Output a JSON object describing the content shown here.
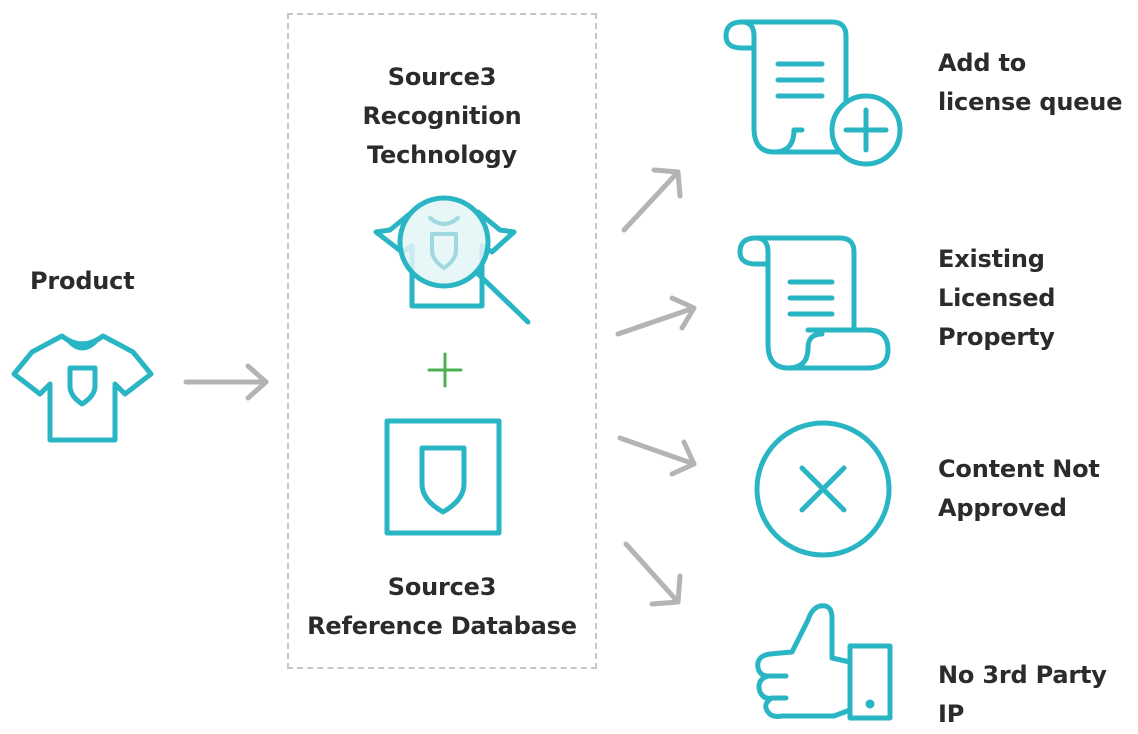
{
  "product": {
    "label": "Product"
  },
  "engine": {
    "recognition_title": "Source3\nRecognition\nTechnology",
    "plus_symbol": "+",
    "database_title": "Source3\nReference Database"
  },
  "outcomes": [
    {
      "label": "Add to\nlicense queue"
    },
    {
      "label": "Existing\nLicensed\nProperty"
    },
    {
      "label": "Content Not\nApproved"
    },
    {
      "label": "No 3rd Party IP"
    }
  ],
  "colors": {
    "icon": "#29b5c3",
    "arrow": "#b4b4b4",
    "plus": "#4caf50",
    "text": "#2b2b2b",
    "box_border": "#c6c6c6"
  },
  "icons": [
    "tshirt-icon",
    "magnifier-tshirt-icon",
    "shield-box-icon",
    "scroll-plus-icon",
    "scroll-icon",
    "x-circle-icon",
    "thumbs-up-icon"
  ]
}
